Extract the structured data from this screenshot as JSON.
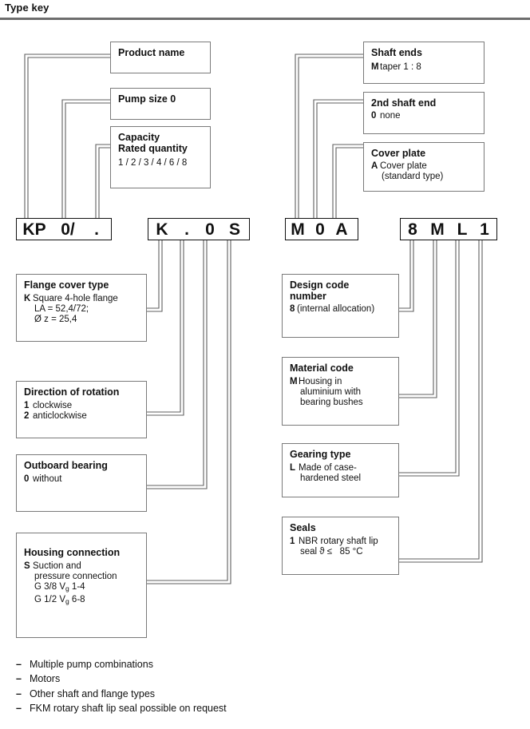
{
  "header": {
    "title": "Type key"
  },
  "code_boxes": [
    {
      "name": "code-group-kp",
      "chars": [
        "KP",
        "0/",
        "."
      ]
    },
    {
      "name": "code-group-kos",
      "chars": [
        "K",
        ".",
        "0",
        "S"
      ]
    },
    {
      "name": "code-group-moa",
      "chars": [
        "M",
        "0",
        "A"
      ]
    },
    {
      "name": "code-group-8ml1",
      "chars": [
        "8",
        "M",
        "L",
        "1"
      ]
    }
  ],
  "boxes_top_left": [
    {
      "name": "product-name",
      "title": "Product name",
      "rows": []
    },
    {
      "name": "pump-size",
      "title": "Pump size 0",
      "rows": []
    },
    {
      "name": "capacity",
      "title": "Capacity",
      "title2": "Rated quantity",
      "rows": [
        {
          "key": "",
          "text": "1 / 2 / 3 / 4 / 6 / 8"
        }
      ]
    }
  ],
  "boxes_top_right": [
    {
      "name": "shaft-ends",
      "title": "Shaft ends",
      "rows": [
        {
          "key": "M",
          "text": "taper 1 : 8"
        }
      ]
    },
    {
      "name": "second-shaft-end",
      "title": "2nd shaft end",
      "rows": [
        {
          "key": "0",
          "text": "none"
        }
      ]
    },
    {
      "name": "cover-plate",
      "title": "Cover plate",
      "rows": [
        {
          "key": "A",
          "text": "Cover plate"
        },
        {
          "key": "",
          "text": "(standard type)",
          "indent": true
        }
      ]
    }
  ],
  "boxes_bottom_left": [
    {
      "name": "flange-cover-type",
      "title": "Flange cover type",
      "rows": [
        {
          "key": "K",
          "text": "Square 4-hole flange"
        },
        {
          "key": "",
          "text": "LA = 52,4/72;",
          "indent": true
        },
        {
          "key": "",
          "text": "Ø z = 25,4",
          "indent": true
        }
      ]
    },
    {
      "name": "direction-of-rotation",
      "title": "Direction of rotation",
      "rows": [
        {
          "key": "1",
          "text": "clockwise"
        },
        {
          "key": "2",
          "text": "anticlockwise"
        }
      ]
    },
    {
      "name": "outboard-bearing",
      "title": "Outboard bearing",
      "rows": [
        {
          "key": "0",
          "text": "without"
        }
      ]
    },
    {
      "name": "housing-connection",
      "title": "Housing connection",
      "rows": [
        {
          "key": "S",
          "text": "Suction and"
        },
        {
          "key": "",
          "text": "pressure connection",
          "indent": true
        },
        {
          "key": "",
          "text": "G 3/8 V₉ 1-4",
          "indent": true,
          "sub": "g",
          "pre": "G 3/8 V",
          "post": " 1-4"
        },
        {
          "key": "",
          "text": "G 1/2 V₉ 6-8",
          "indent": true,
          "sub": "g",
          "pre": "G 1/2 V",
          "post": " 6-8"
        }
      ]
    }
  ],
  "boxes_bottom_right": [
    {
      "name": "design-code-number",
      "title": "Design code",
      "title2": "number",
      "rows": [
        {
          "key": "8",
          "text": "(internal allocation)",
          "tight": true
        }
      ]
    },
    {
      "name": "material-code",
      "title": "Material code",
      "rows": [
        {
          "key": "M",
          "text": "Housing in"
        },
        {
          "key": "",
          "text": "aluminium with",
          "indent": true
        },
        {
          "key": "",
          "text": "bearing bushes",
          "indent": true
        }
      ]
    },
    {
      "name": "gearing-type",
      "title": "Gearing type",
      "rows": [
        {
          "key": "L",
          "text": "Made of case-"
        },
        {
          "key": "",
          "text": "hardened steel",
          "indent": true
        }
      ]
    },
    {
      "name": "seals",
      "title": "Seals",
      "rows": [
        {
          "key": "1",
          "text": "NBR rotary shaft lip"
        },
        {
          "key": "",
          "text": "seal ϑ ≤   85 °C",
          "indent": true
        }
      ]
    }
  ],
  "notes": [
    "Multiple pump combinations",
    "Motors",
    "Other shaft and flange types",
    "FKM rotary shaft lip seal possible on request"
  ],
  "note_dash": "–",
  "colors": {
    "ink": "#111111",
    "rule": "#6d6d6d",
    "leader": "#5f5f5f",
    "box_border": "#7a7a7a"
  }
}
